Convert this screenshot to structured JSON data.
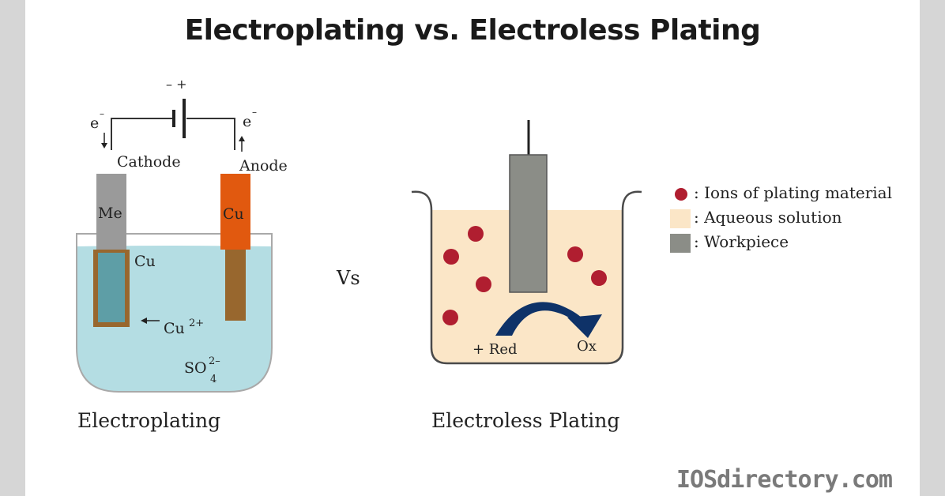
{
  "title": "Electroplating vs. Electroless Plating",
  "vs_label": "Vs",
  "watermark": "IOSdirectory.com",
  "electroplating": {
    "caption": "Electroplating",
    "battery_signs": "– +",
    "electron_left": "e",
    "electron_right": "e",
    "electron_charge": "–",
    "cathode_label": "Cathode",
    "anode_label": "Anode",
    "cathode_metal": "Me",
    "anode_metal": "Cu",
    "deposit_label": "Cu",
    "ion_label": "Cu",
    "ion_charge": "2+",
    "sulfate_label": "SO",
    "sulfate_sub": "4",
    "sulfate_charge": "2–"
  },
  "electroless": {
    "caption": "Electroless Plating",
    "red_label": "+ Red",
    "ox_label": "Ox"
  },
  "legend": [
    {
      "label": ": Ions of plating material",
      "color": "#b01e30"
    },
    {
      "label": ": Aqueous solution",
      "color": "#fbe6c7"
    },
    {
      "label": ": Workpiece",
      "color": "#8b8d87"
    }
  ],
  "colors": {
    "solution_blue": "#b4dde3",
    "cathode_gray": "#9a9a9a",
    "anode_orange": "#e1590f",
    "deposit_teal": "#5e9ea6",
    "copper_brown": "#98672e",
    "ion_red": "#b01e30",
    "aqueous_cream": "#fbe6c7",
    "arrow_navy": "#0e3268"
  }
}
